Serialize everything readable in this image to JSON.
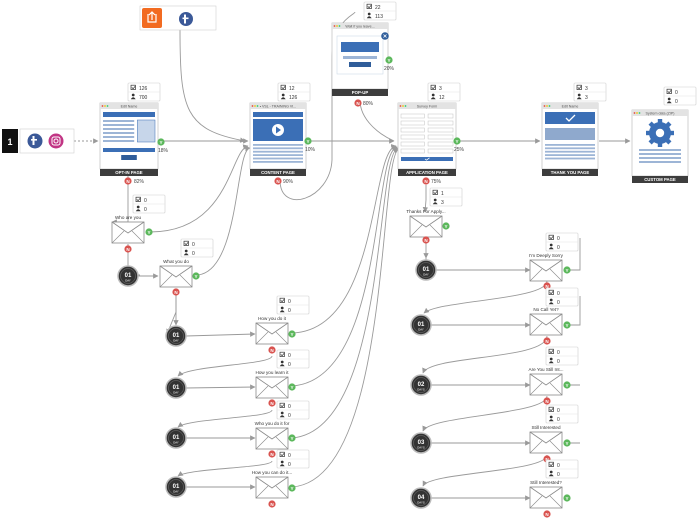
{
  "source": {
    "step": "1"
  },
  "top_icon_node": {},
  "pages": [
    {
      "id": "optin",
      "title": "Edit Name",
      "label": "OPT-IN PAGE",
      "checks": "126",
      "people": "700",
      "pass_pct": "18%",
      "fail_pct": "82%"
    },
    {
      "id": "content",
      "title": "• VSL - TRAINING VI...",
      "label": "CONTENT PAGE",
      "checks": "12",
      "people": "126",
      "pass_pct": "10%",
      "fail_pct": "90%"
    },
    {
      "id": "popup",
      "title": "Wait if you leave...",
      "label": "POP-UP",
      "checks": "22",
      "people": "113",
      "pass_pct": "20%",
      "fail_pct": "80%"
    },
    {
      "id": "application",
      "title": "Survey Form",
      "label": "APPLICATION PAGE",
      "checks": "3",
      "people": "12",
      "pass_pct": "25%",
      "fail_pct": "75%"
    },
    {
      "id": "thankyou",
      "title": "Edit Name",
      "label": "THANK YOU PAGE",
      "checks": "3",
      "people": "3"
    },
    {
      "id": "custom",
      "title": "System data (ZIP)",
      "label": "CUSTOM PAGE",
      "checks": "0",
      "people": "0"
    }
  ],
  "emails": [
    {
      "title": "Who are you",
      "checks": "0",
      "people": "0",
      "branch": "left"
    },
    {
      "title": "What you do",
      "checks": "0",
      "people": "0",
      "branch": "left"
    },
    {
      "title": "How you do it",
      "checks": "0",
      "people": "0",
      "branch": "left"
    },
    {
      "title": "How you learn it",
      "checks": "0",
      "people": "0",
      "branch": "left"
    },
    {
      "title": "Who you do it for",
      "checks": "0",
      "people": "0",
      "branch": "left"
    },
    {
      "title": "How you can do it...",
      "checks": "0",
      "people": "0",
      "branch": "left"
    },
    {
      "title": "Thanks For Apply...",
      "checks": "1",
      "people": "3",
      "branch": "right"
    },
    {
      "title": "I'm Deeply Sorry",
      "checks": "0",
      "people": "0",
      "branch": "right"
    },
    {
      "title": "No Call Yet?",
      "checks": "0",
      "people": "0",
      "branch": "right"
    },
    {
      "title": "Are You Still Int...",
      "checks": "0",
      "people": "0",
      "branch": "right"
    },
    {
      "title": "Still Interested",
      "checks": "0",
      "people": "0",
      "branch": "right"
    },
    {
      "title": "Still Interested?",
      "checks": "0",
      "people": "0",
      "branch": "right"
    }
  ],
  "delays": [
    {
      "days": "01",
      "unit": "DAY"
    },
    {
      "days": "01",
      "unit": "DAY"
    },
    {
      "days": "01",
      "unit": "DAY"
    },
    {
      "days": "01",
      "unit": "DAY"
    },
    {
      "days": "01",
      "unit": "DAY"
    },
    {
      "days": "01",
      "unit": "DAY"
    },
    {
      "days": "01",
      "unit": "DAY"
    },
    {
      "days": "02",
      "unit": "DAYS"
    },
    {
      "days": "03",
      "unit": "DAYS"
    },
    {
      "days": "04",
      "unit": "DAYS"
    }
  ],
  "badges": {
    "yes": "Y",
    "no": "N"
  },
  "colors": {
    "accent_blue": "#3b6fb6",
    "yes": "#5cb85c",
    "no": "#d9534f",
    "dark": "#3d3d3d",
    "line": "#9a9a9a",
    "facebook": "#3b5998",
    "instagram": "#c13584",
    "orange": "#f26b21"
  }
}
